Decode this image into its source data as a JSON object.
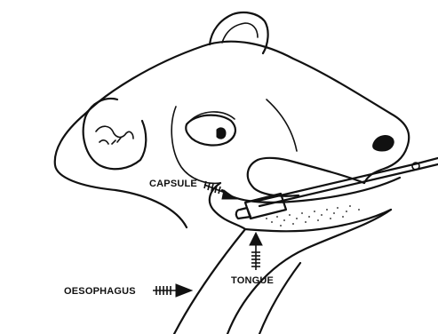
{
  "labels": {
    "capsule": "CAPSULE",
    "oesophagus": "OESOPHAGUS",
    "tongue": "TONGUE"
  },
  "colors": {
    "ink": "#111111",
    "background": "#ffffff"
  }
}
